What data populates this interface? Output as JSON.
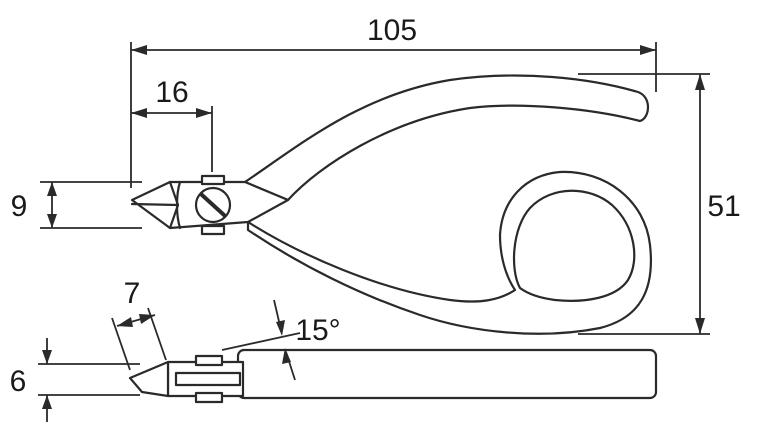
{
  "dimensions": {
    "length": "105",
    "head_length": "16",
    "head_height": "9",
    "overall_height": "51",
    "tip_length": "7",
    "tip_angle": "15°",
    "tip_thickness": "6"
  },
  "colors": {
    "line": "#2a2a2a",
    "background": "#ffffff"
  }
}
